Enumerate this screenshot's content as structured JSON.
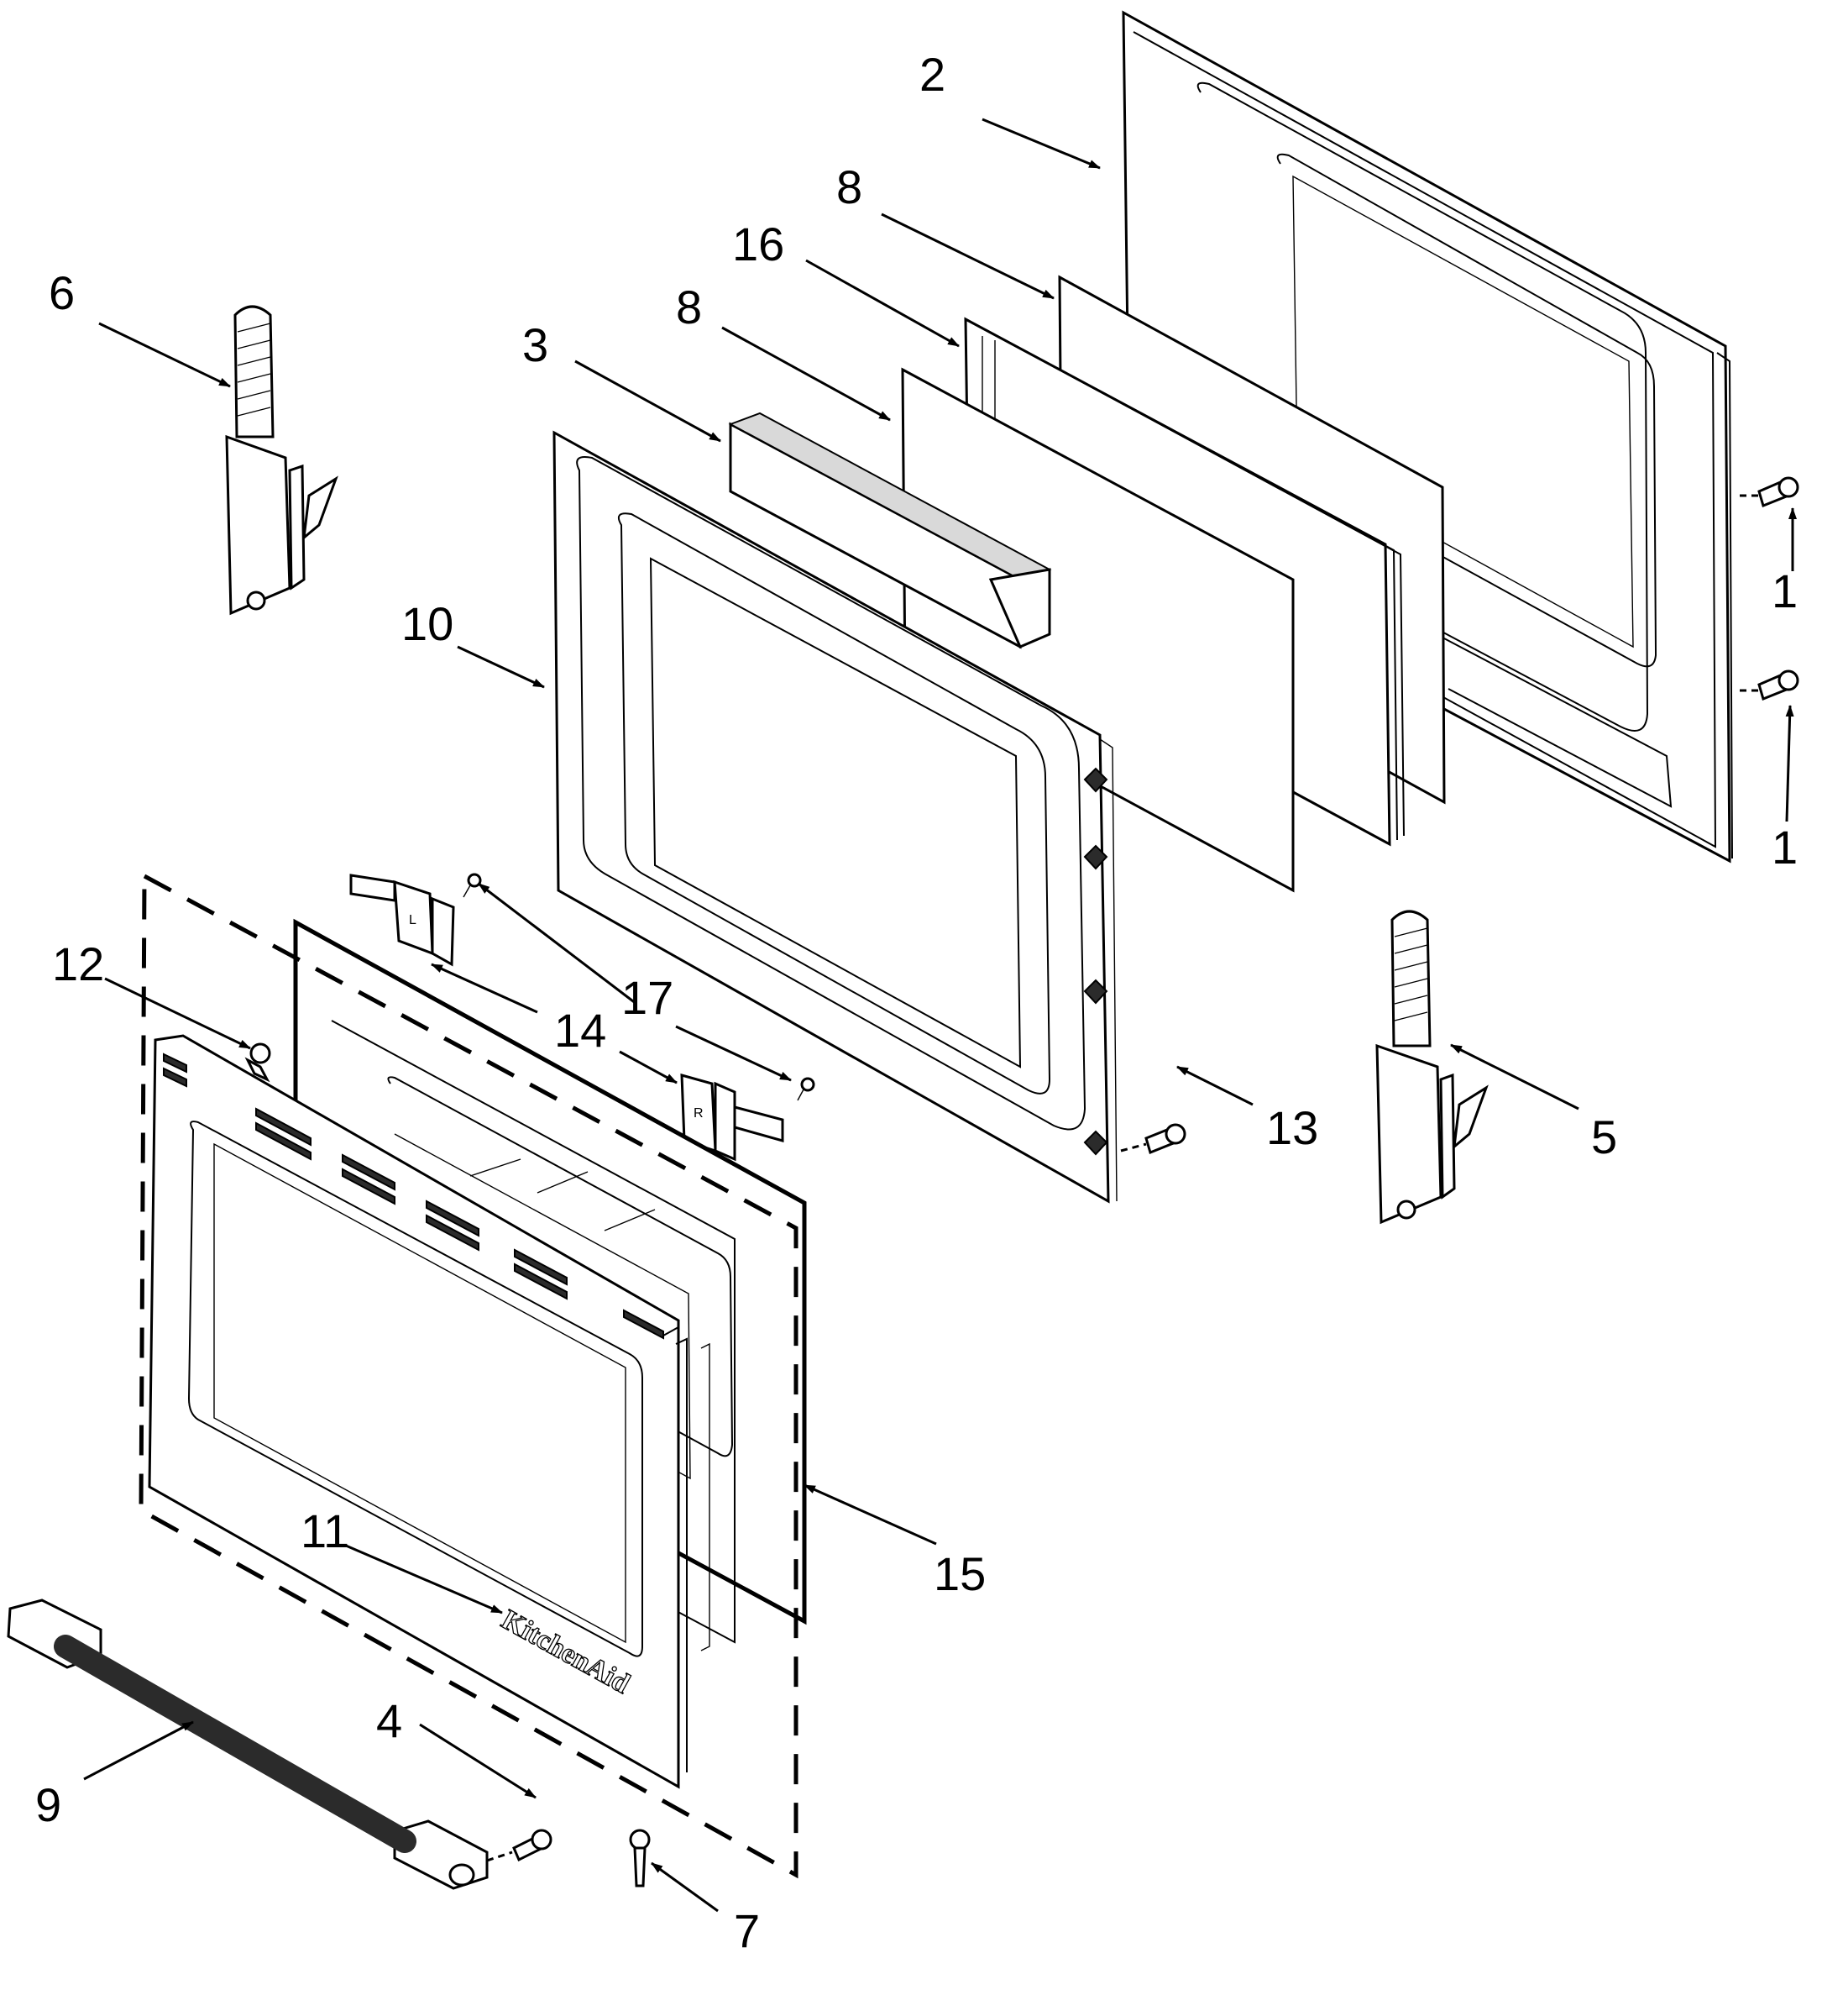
{
  "callouts": {
    "c1a": "1",
    "c1b": "1",
    "c2": "2",
    "c3": "3",
    "c4": "4",
    "c5": "5",
    "c6": "6",
    "c7": "7",
    "c8a": "8",
    "c8b": "8",
    "c9": "9",
    "c10": "10",
    "c11": "11",
    "c12": "12",
    "c13": "13",
    "c14": "14",
    "c15": "15",
    "c16": "16",
    "c17": "17"
  },
  "brand_text": "KitchenAid",
  "bracket_labels": {
    "left": "L",
    "right": "R"
  }
}
